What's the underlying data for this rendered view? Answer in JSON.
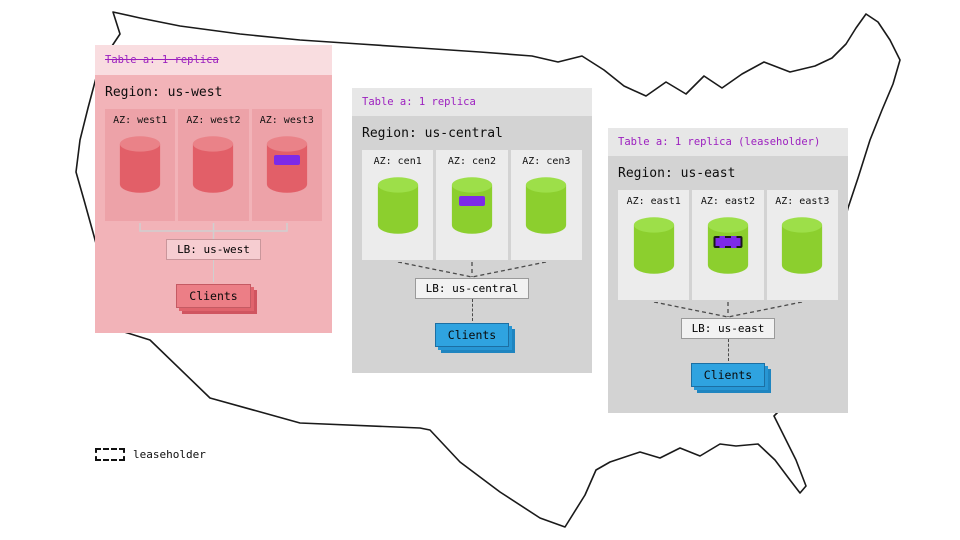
{
  "legend": {
    "label": "leaseholder"
  },
  "colors": {
    "accent_purple": "#9c1fbf",
    "west_replica_red": "#e25f68",
    "replica_green": "#8ccf2e",
    "clients_blue": "#2fa3e0",
    "leaseholder_purple": "#7d2ae8",
    "map_outline": "#1a1a1a"
  },
  "regions": [
    {
      "id": "us-west",
      "table_label": "Table a: 1 replica",
      "table_label_strikethrough": true,
      "region_label": "Region: us-west",
      "azs": [
        {
          "label": "AZ: west1",
          "marker": "none"
        },
        {
          "label": "AZ: west2",
          "marker": "none"
        },
        {
          "label": "AZ: west3",
          "marker": "replica"
        }
      ],
      "lb_label": "LB: us-west",
      "clients_label": "Clients"
    },
    {
      "id": "us-central",
      "table_label": "Table a: 1 replica",
      "table_label_strikethrough": false,
      "region_label": "Region: us-central",
      "azs": [
        {
          "label": "AZ: cen1",
          "marker": "none"
        },
        {
          "label": "AZ: cen2",
          "marker": "replica"
        },
        {
          "label": "AZ: cen3",
          "marker": "none"
        }
      ],
      "lb_label": "LB: us-central",
      "clients_label": "Clients"
    },
    {
      "id": "us-east",
      "table_label": "Table a: 1 replica (leaseholder)",
      "table_label_strikethrough": false,
      "region_label": "Region: us-east",
      "azs": [
        {
          "label": "AZ: east1",
          "marker": "none"
        },
        {
          "label": "AZ: east2",
          "marker": "leaseholder"
        },
        {
          "label": "AZ: east3",
          "marker": "none"
        }
      ],
      "lb_label": "LB: us-east",
      "clients_label": "Clients"
    }
  ]
}
